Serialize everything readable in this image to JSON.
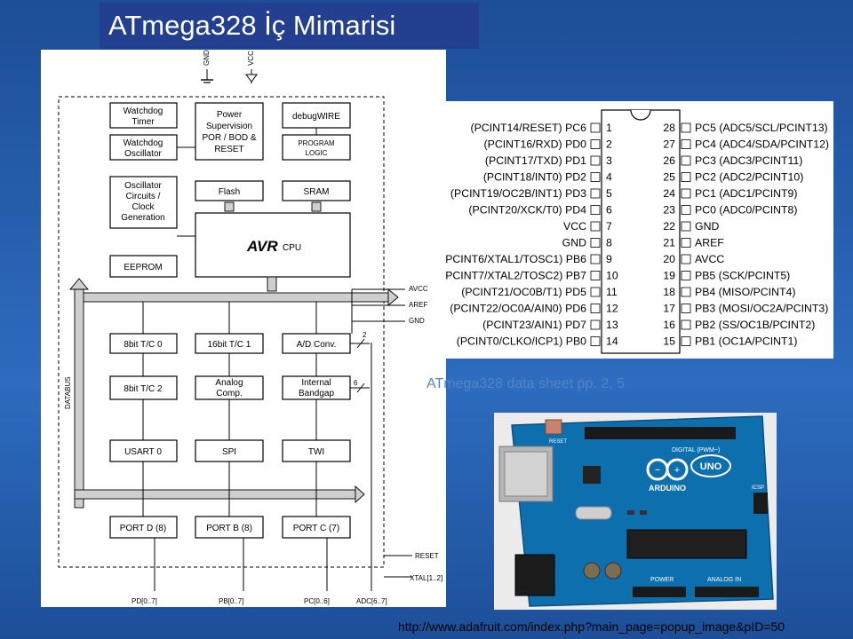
{
  "slide": {
    "title": "ATmega328 İç Mimarisi",
    "caption": "ATmega328 data sheet pp. 2, 5",
    "url": "http://www.adafruit.com/index.php?main_page=popup_image&pID=50"
  },
  "block_diagram": {
    "top_pins": [
      "GND",
      "VCC"
    ],
    "blocks": {
      "watchdog_timer": [
        "Watchdog",
        "Timer"
      ],
      "watchdog_oscillator": [
        "Watchdog",
        "Oscillator"
      ],
      "power_supervision": [
        "Power",
        "Supervision",
        "POR / BOD &",
        "RESET"
      ],
      "debugwire": "debugWIRE",
      "program_logic": [
        "PROGRAM",
        "LOGIC"
      ],
      "oscillator": [
        "Oscillator",
        "Circuits /",
        "Clock",
        "Generation"
      ],
      "flash": "Flash",
      "sram": "SRAM",
      "cpu_logo": "AVR",
      "cpu": "CPU",
      "eeprom": "EEPROM",
      "timer0": "8bit T/C 0",
      "timer1": "16bit T/C 1",
      "adc": "A/D Conv.",
      "timer2": "8bit T/C 2",
      "analog_comp": [
        "Analog",
        "Comp."
      ],
      "bandgap": [
        "Internal",
        "Bandgap"
      ],
      "usart": "USART 0",
      "spi": "SPI",
      "twi": "TWI",
      "portd": "PORT D (8)",
      "portb": "PORT B (8)",
      "portc": "PORT C (7)"
    },
    "side_labels": [
      "AVCC",
      "AREF",
      "GND"
    ],
    "databus": "DATABUS",
    "bus_count_2": "2",
    "bus_count_6": "6",
    "bottom_signals": [
      "RESET",
      "XTAL[1..2]"
    ],
    "port_labels": [
      "PD[0..7]",
      "PB[0..7]",
      "PC[0..6]",
      "ADC[6..7]"
    ]
  },
  "pinout": {
    "left": [
      {
        "name": "(PCINT14/RESET) PC6",
        "num": "1"
      },
      {
        "name": "(PCINT16/RXD) PD0",
        "num": "2"
      },
      {
        "name": "(PCINT17/TXD) PD1",
        "num": "3"
      },
      {
        "name": "(PCINT18/INT0) PD2",
        "num": "4"
      },
      {
        "name": "(PCINT19/OC2B/INT1) PD3",
        "num": "5"
      },
      {
        "name": "(PCINT20/XCK/T0) PD4",
        "num": "6"
      },
      {
        "name": "VCC",
        "num": "7"
      },
      {
        "name": "GND",
        "num": "8"
      },
      {
        "name": "PCINT6/XTAL1/TOSC1) PB6",
        "num": "9"
      },
      {
        "name": "PCINT7/XTAL2/TOSC2) PB7",
        "num": "10"
      },
      {
        "name": "(PCINT21/OC0B/T1) PD5",
        "num": "11"
      },
      {
        "name": "(PCINT22/OC0A/AIN0) PD6",
        "num": "12"
      },
      {
        "name": "(PCINT23/AIN1) PD7",
        "num": "13"
      },
      {
        "name": "(PCINT0/CLKO/ICP1) PB0",
        "num": "14"
      }
    ],
    "right": [
      {
        "num": "28",
        "name": "PC5 (ADC5/SCL/PCINT13)"
      },
      {
        "num": "27",
        "name": "PC4 (ADC4/SDA/PCINT12)"
      },
      {
        "num": "26",
        "name": "PC3 (ADC3/PCINT11)"
      },
      {
        "num": "25",
        "name": "PC2 (ADC2/PCINT10)"
      },
      {
        "num": "24",
        "name": "PC1 (ADC1/PCINT9)"
      },
      {
        "num": "23",
        "name": "PC0 (ADC0/PCINT8)"
      },
      {
        "num": "22",
        "name": "GND"
      },
      {
        "num": "21",
        "name": "AREF"
      },
      {
        "num": "20",
        "name": "AVCC"
      },
      {
        "num": "19",
        "name": "PB5 (SCK/PCINT5)"
      },
      {
        "num": "18",
        "name": "PB4 (MISO/PCINT4)"
      },
      {
        "num": "17",
        "name": "PB3 (MOSI/OC2A/PCINT3)"
      },
      {
        "num": "16",
        "name": "PB2 (SS/OC1B/PCINT2)"
      },
      {
        "num": "15",
        "name": "PB1 (OC1A/PCINT1)"
      }
    ]
  },
  "board": {
    "header_digital": "DIGITAL (PWM~)",
    "brand": "ARDUINO",
    "model": "UNO",
    "power": "POWER",
    "analog": "ANALOG IN",
    "reset_label": "RESET",
    "icsp": "ICSP",
    "board_color": "#0d6fae"
  }
}
